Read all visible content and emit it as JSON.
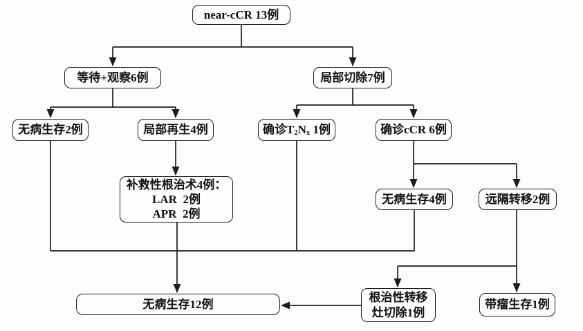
{
  "colors": {
    "line": "#1c1c1c",
    "text": "#0f0f0f",
    "box_background": "#fefefe",
    "page_background": "#fdfdfd"
  },
  "nodes": {
    "root": {
      "label": "near-cCR 13例"
    },
    "watch_wait": {
      "label": "等待+观察6例"
    },
    "local_excision": {
      "label": "局部切除7例"
    },
    "dfs2": {
      "label": "无病生存2例"
    },
    "local_regrowth": {
      "label": "局部再生4例"
    },
    "t2nx": {
      "prefix": "确诊T",
      "sub1": "2",
      "mid": "N",
      "sub2": "x",
      "suffix": " 1例"
    },
    "ccr6": {
      "label": "确诊cCR 6例"
    },
    "salvage": {
      "line1": "补救性根治术4例：",
      "line2": "LAR  2例",
      "line3": "APR  2例"
    },
    "dfs4": {
      "label": "无病生存4例"
    },
    "distant_mets": {
      "label": "远隔转移2例"
    },
    "dfs12": {
      "label": "无病生存12例"
    },
    "radical_mets": {
      "line1": "根治性转移",
      "line2": "灶切除1例"
    },
    "tumor_survival": {
      "label": "带瘤生存1例"
    }
  },
  "edges": [
    {
      "from": "near-cCR 13例",
      "to": "等待+观察6例"
    },
    {
      "from": "near-cCR 13例",
      "to": "局部切除7例"
    },
    {
      "from": "等待+观察6例",
      "to": "无病生存2例"
    },
    {
      "from": "等待+观察6例",
      "to": "局部再生4例"
    },
    {
      "from": "局部切除7例",
      "to": "确诊T2Nx 1例"
    },
    {
      "from": "局部切除7例",
      "to": "确诊cCR 6例"
    },
    {
      "from": "局部再生4例",
      "to": "补救性根治术4例"
    },
    {
      "from": "确诊cCR 6例",
      "to": "无病生存4例"
    },
    {
      "from": "确诊cCR 6例",
      "to": "远隔转移2例"
    },
    {
      "from": "无病生存2例",
      "to": "无病生存12例"
    },
    {
      "from": "确诊T2Nx 1例",
      "to": "无病生存12例"
    },
    {
      "from": "无病生存4例",
      "to": "无病生存12例"
    },
    {
      "from": "补救性根治术4例",
      "to": "无病生存12例"
    },
    {
      "from": "远隔转移2例",
      "to": "根治性转移灶切除1例"
    },
    {
      "from": "远隔转移2例",
      "to": "带瘤生存1例"
    },
    {
      "from": "根治性转移灶切除1例",
      "to": "无病生存12例"
    }
  ]
}
